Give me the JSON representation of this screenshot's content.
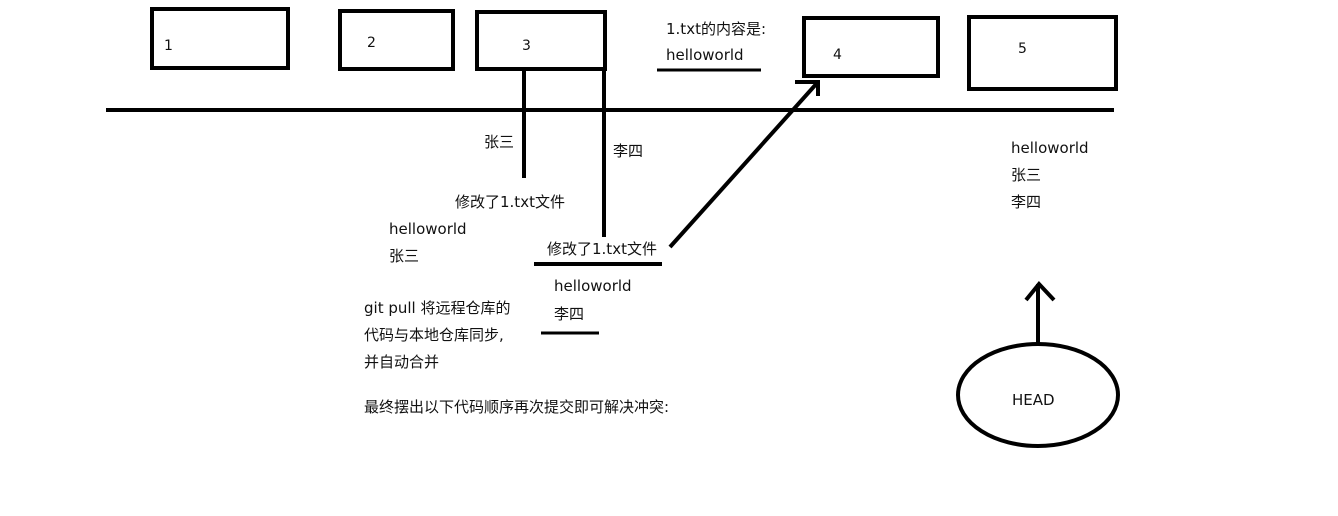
{
  "commits": [
    {
      "id": "commit-1",
      "label": "1"
    },
    {
      "id": "commit-2",
      "label": "2"
    },
    {
      "id": "commit-3",
      "label": "3"
    },
    {
      "id": "commit-4",
      "label": "4"
    },
    {
      "id": "commit-5",
      "label": "5"
    }
  ],
  "file_note": {
    "title": "1.txt的内容是:",
    "content": "helloworld"
  },
  "branch_zhangsan": {
    "author": "张三",
    "change": "修改了1.txt文件",
    "line1": "helloworld",
    "line2": "张三"
  },
  "branch_lisi": {
    "author": "李四",
    "change": "修改了1.txt文件",
    "line1": "helloworld",
    "line2": "李四"
  },
  "pull_note": {
    "line1": "git pull 将远程仓库的",
    "line2": "代码与本地仓库同步,",
    "line3": "并自动合并"
  },
  "resolve_note": "最终摆出以下代码顺序再次提交即可解决冲突:",
  "result": {
    "line1": "helloworld",
    "line2": "张三",
    "line3": "李四"
  },
  "head_label": "HEAD",
  "colors": {
    "stroke": "#000000",
    "text": "#111111",
    "background": "#ffffff"
  }
}
